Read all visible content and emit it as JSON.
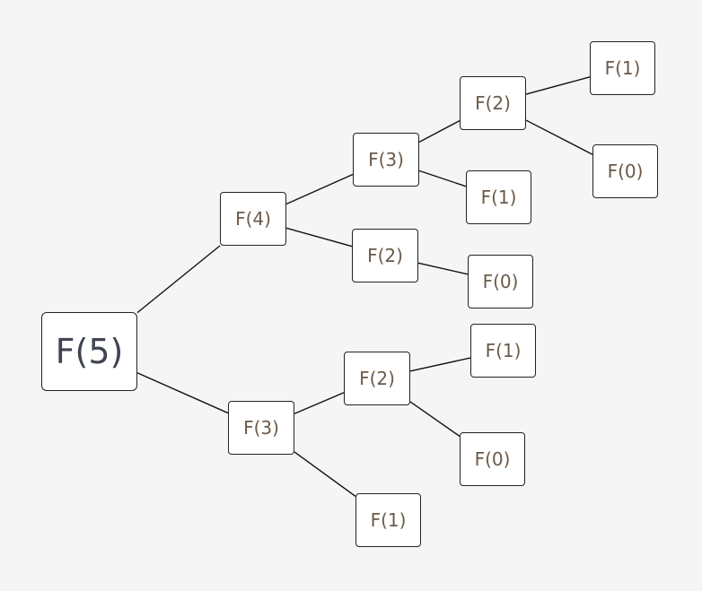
{
  "diagram": {
    "nodes": [
      {
        "id": "n5",
        "label": "F(5)"
      },
      {
        "id": "n4",
        "label": "F(4)"
      },
      {
        "id": "n3b",
        "label": "F(3)"
      },
      {
        "id": "n3a",
        "label": "F(3)"
      },
      {
        "id": "n2a",
        "label": "F(2)"
      },
      {
        "id": "n2c",
        "label": "F(2)"
      },
      {
        "id": "n1a",
        "label": "F(1)"
      },
      {
        "id": "n0a",
        "label": "F(0)"
      },
      {
        "id": "n1b",
        "label": "F(1)"
      },
      {
        "id": "n2b",
        "label": "F(2)"
      },
      {
        "id": "n0b",
        "label": "F(0)"
      },
      {
        "id": "n1c",
        "label": "F(1)"
      },
      {
        "id": "n0c",
        "label": "F(0)"
      },
      {
        "id": "n1d",
        "label": "F(1)"
      }
    ],
    "edges": [
      [
        "n5",
        "n4"
      ],
      [
        "n5",
        "n3b"
      ],
      [
        "n4",
        "n3a"
      ],
      [
        "n4",
        "n2b"
      ],
      [
        "n3a",
        "n2a"
      ],
      [
        "n3a",
        "n1b"
      ],
      [
        "n2a",
        "n1a"
      ],
      [
        "n2a",
        "n0a"
      ],
      [
        "n2b",
        "n0b"
      ],
      [
        "n3b",
        "n2c"
      ],
      [
        "n3b",
        "n1d"
      ],
      [
        "n2c",
        "n1c"
      ],
      [
        "n2c",
        "n0c"
      ]
    ]
  }
}
